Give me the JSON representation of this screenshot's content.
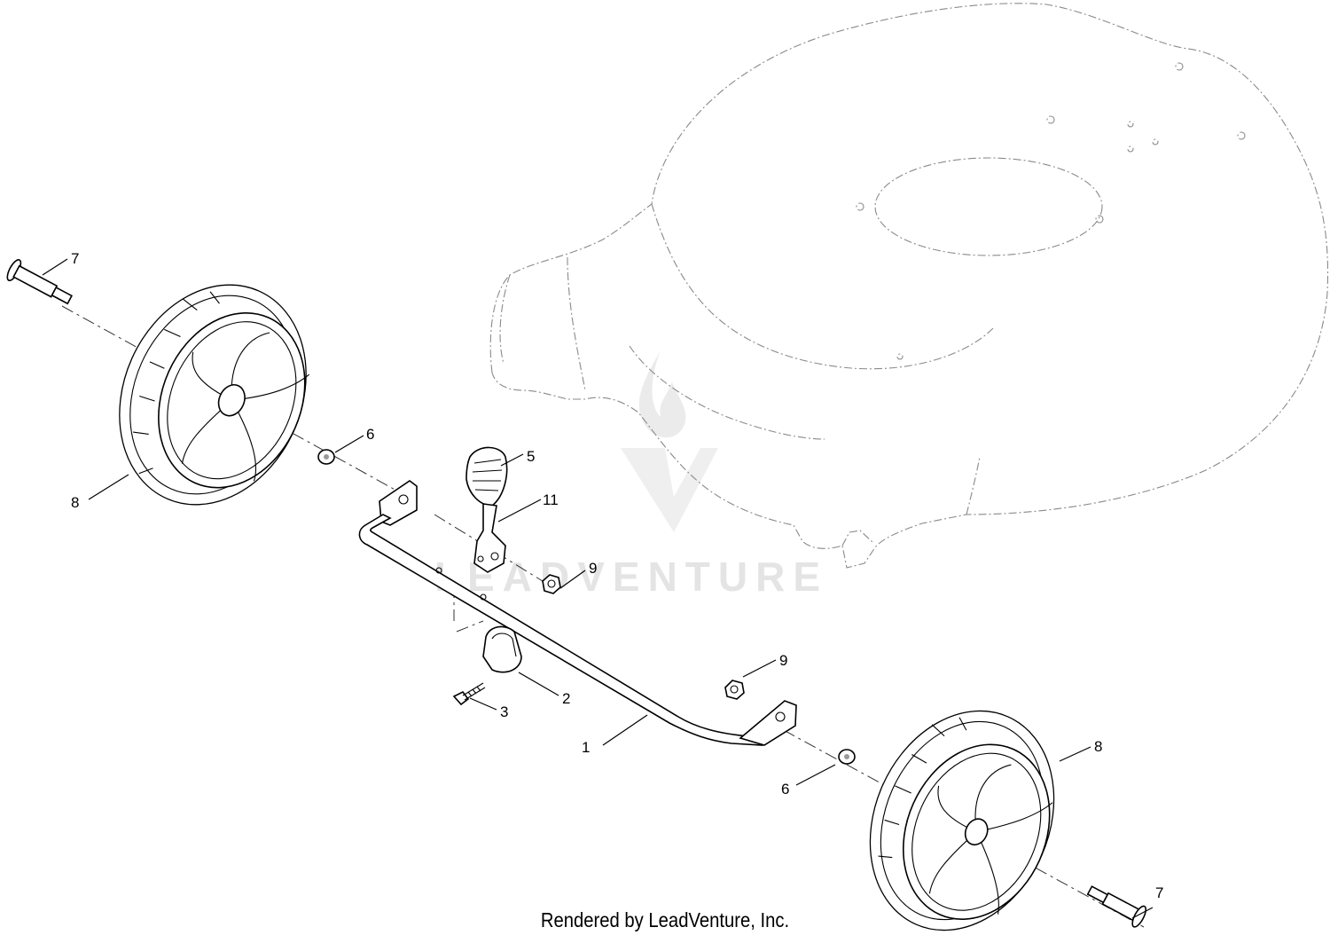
{
  "diagram": {
    "callouts": [
      {
        "id": "c7a",
        "label": "7"
      },
      {
        "id": "c6a",
        "label": "6"
      },
      {
        "id": "c8a",
        "label": "8"
      },
      {
        "id": "c5",
        "label": "5"
      },
      {
        "id": "c11",
        "label": "11"
      },
      {
        "id": "c9a",
        "label": "9"
      },
      {
        "id": "c9b",
        "label": "9"
      },
      {
        "id": "c2",
        "label": "2"
      },
      {
        "id": "c3",
        "label": "3"
      },
      {
        "id": "c1",
        "label": "1"
      },
      {
        "id": "c8b",
        "label": "8"
      },
      {
        "id": "c6b",
        "label": "6"
      },
      {
        "id": "c7b",
        "label": "7"
      }
    ],
    "watermark": "LEADVENTURE"
  },
  "footer": {
    "text": "Rendered by LeadVenture, Inc."
  }
}
